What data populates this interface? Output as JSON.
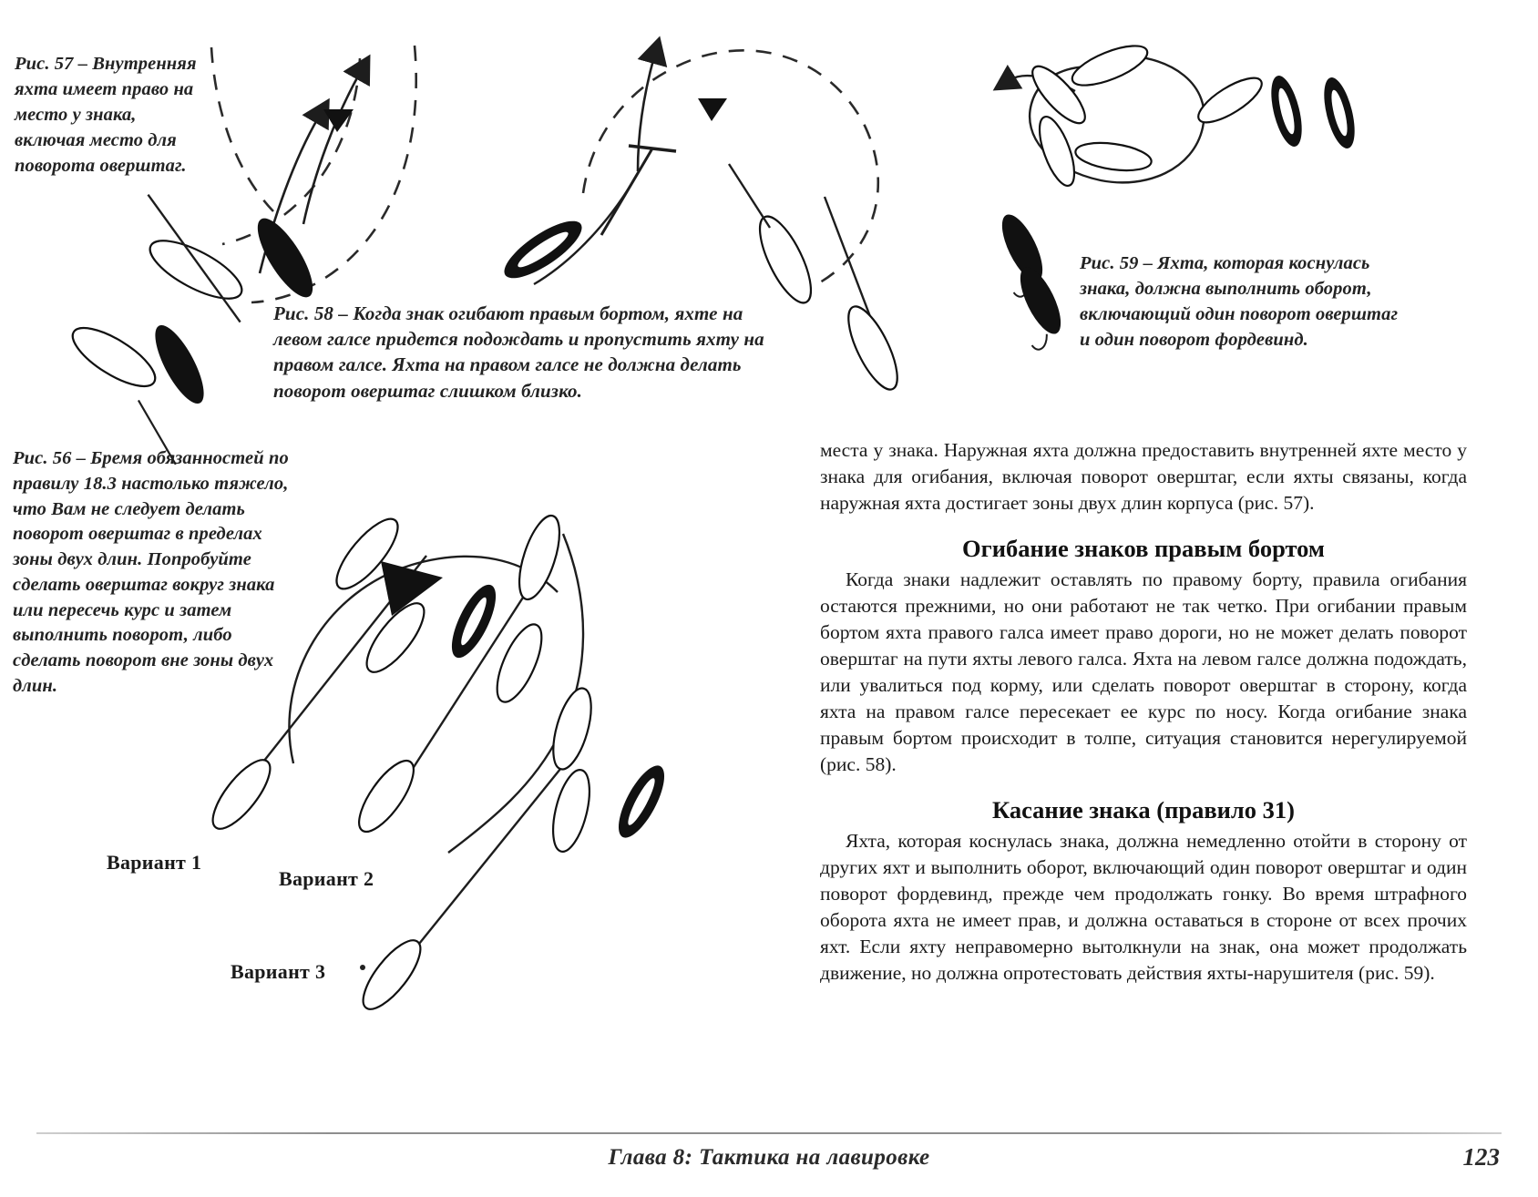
{
  "page": {
    "number": "123",
    "footer_title": "Глава 8: Тактика на лавировке"
  },
  "figures": {
    "fig57": {
      "id": "Рис. 57",
      "caption": "Рис. 57 – Внутренняя яхта имеет право на место у знака, включая место для поворота оверштаг."
    },
    "fig58": {
      "id": "Рис. 58",
      "caption": "Рис. 58 – Когда знак огибают правым бортом, яхте на левом галсе придется подождать и пропустить яхту на правом галсе. Яхта на правом галсе не должна делать поворот оверштаг слишком близко."
    },
    "fig59": {
      "id": "Рис. 59",
      "caption": "Рис. 59 – Яхта, которая коснулась знака, должна выполнить оборот, включающий один поворот оверштаг и один поворот фордевинд."
    },
    "fig56": {
      "id": "Рис. 56",
      "caption": "Рис. 56 – Бремя обязанностей по правилу 18.3 настолько тяжело, что Вам не следует делать поворот оверштаг в пределах зоны двух длин. Попробуйте сделать оверштаг вокруг знака или пересечь курс и затем выполнить поворот, либо сделать поворот вне зоны двух длин.",
      "labels": {
        "variant1": "Вариант 1",
        "variant2": "Вариант 2",
        "variant3": "Вариант 3"
      }
    }
  },
  "text": {
    "para_continued": "места у знака. Наружная яхта должна предоставить внутренней яхте место у знака для огибания, включая поворот оверштаг, если яхты связаны, когда наружная яхта достигает зоны двух длин корпуса (рис. 57).",
    "heading_rounding": "Огибание знаков правым бортом",
    "para_rounding": "Когда знаки надлежит оставлять по правому борту, правила огибания остаются прежними, но они работают не так четко. При огибании правым бортом яхта правого галса имеет право дороги, но не может делать поворот оверштаг на пути яхты левого галса. Яхта на левом галсе должна подождать, или увалиться под корму, или сделать поворот оверштаг в сторону, когда яхта на правом галсе пересекает ее курс по носу. Когда огибание знака правым бортом происходит в толпе, ситуация становится нерегулируемой (рис. 58).",
    "heading_touching": "Касание знака (правило 31)",
    "para_touching": "Яхта, которая коснулась знака, должна немедленно отойти в сторону от других яхт и выполнить оборот, включающий один поворот оверштаг и один поворот фордевинд, прежде чем продолжать гонку. Во время штрафного оборота яхта не имеет прав, и должна оставаться в стороне от всех прочих яхт. Если яхту неправомерно вытолкнули на знак, она может продолжать движение, но должна опротестовать действия яхты-нарушителя (рис. 59)."
  },
  "colors": {
    "ink": "#1a1a1a",
    "paper": "#ffffff",
    "rule": "#8e8e8e"
  }
}
